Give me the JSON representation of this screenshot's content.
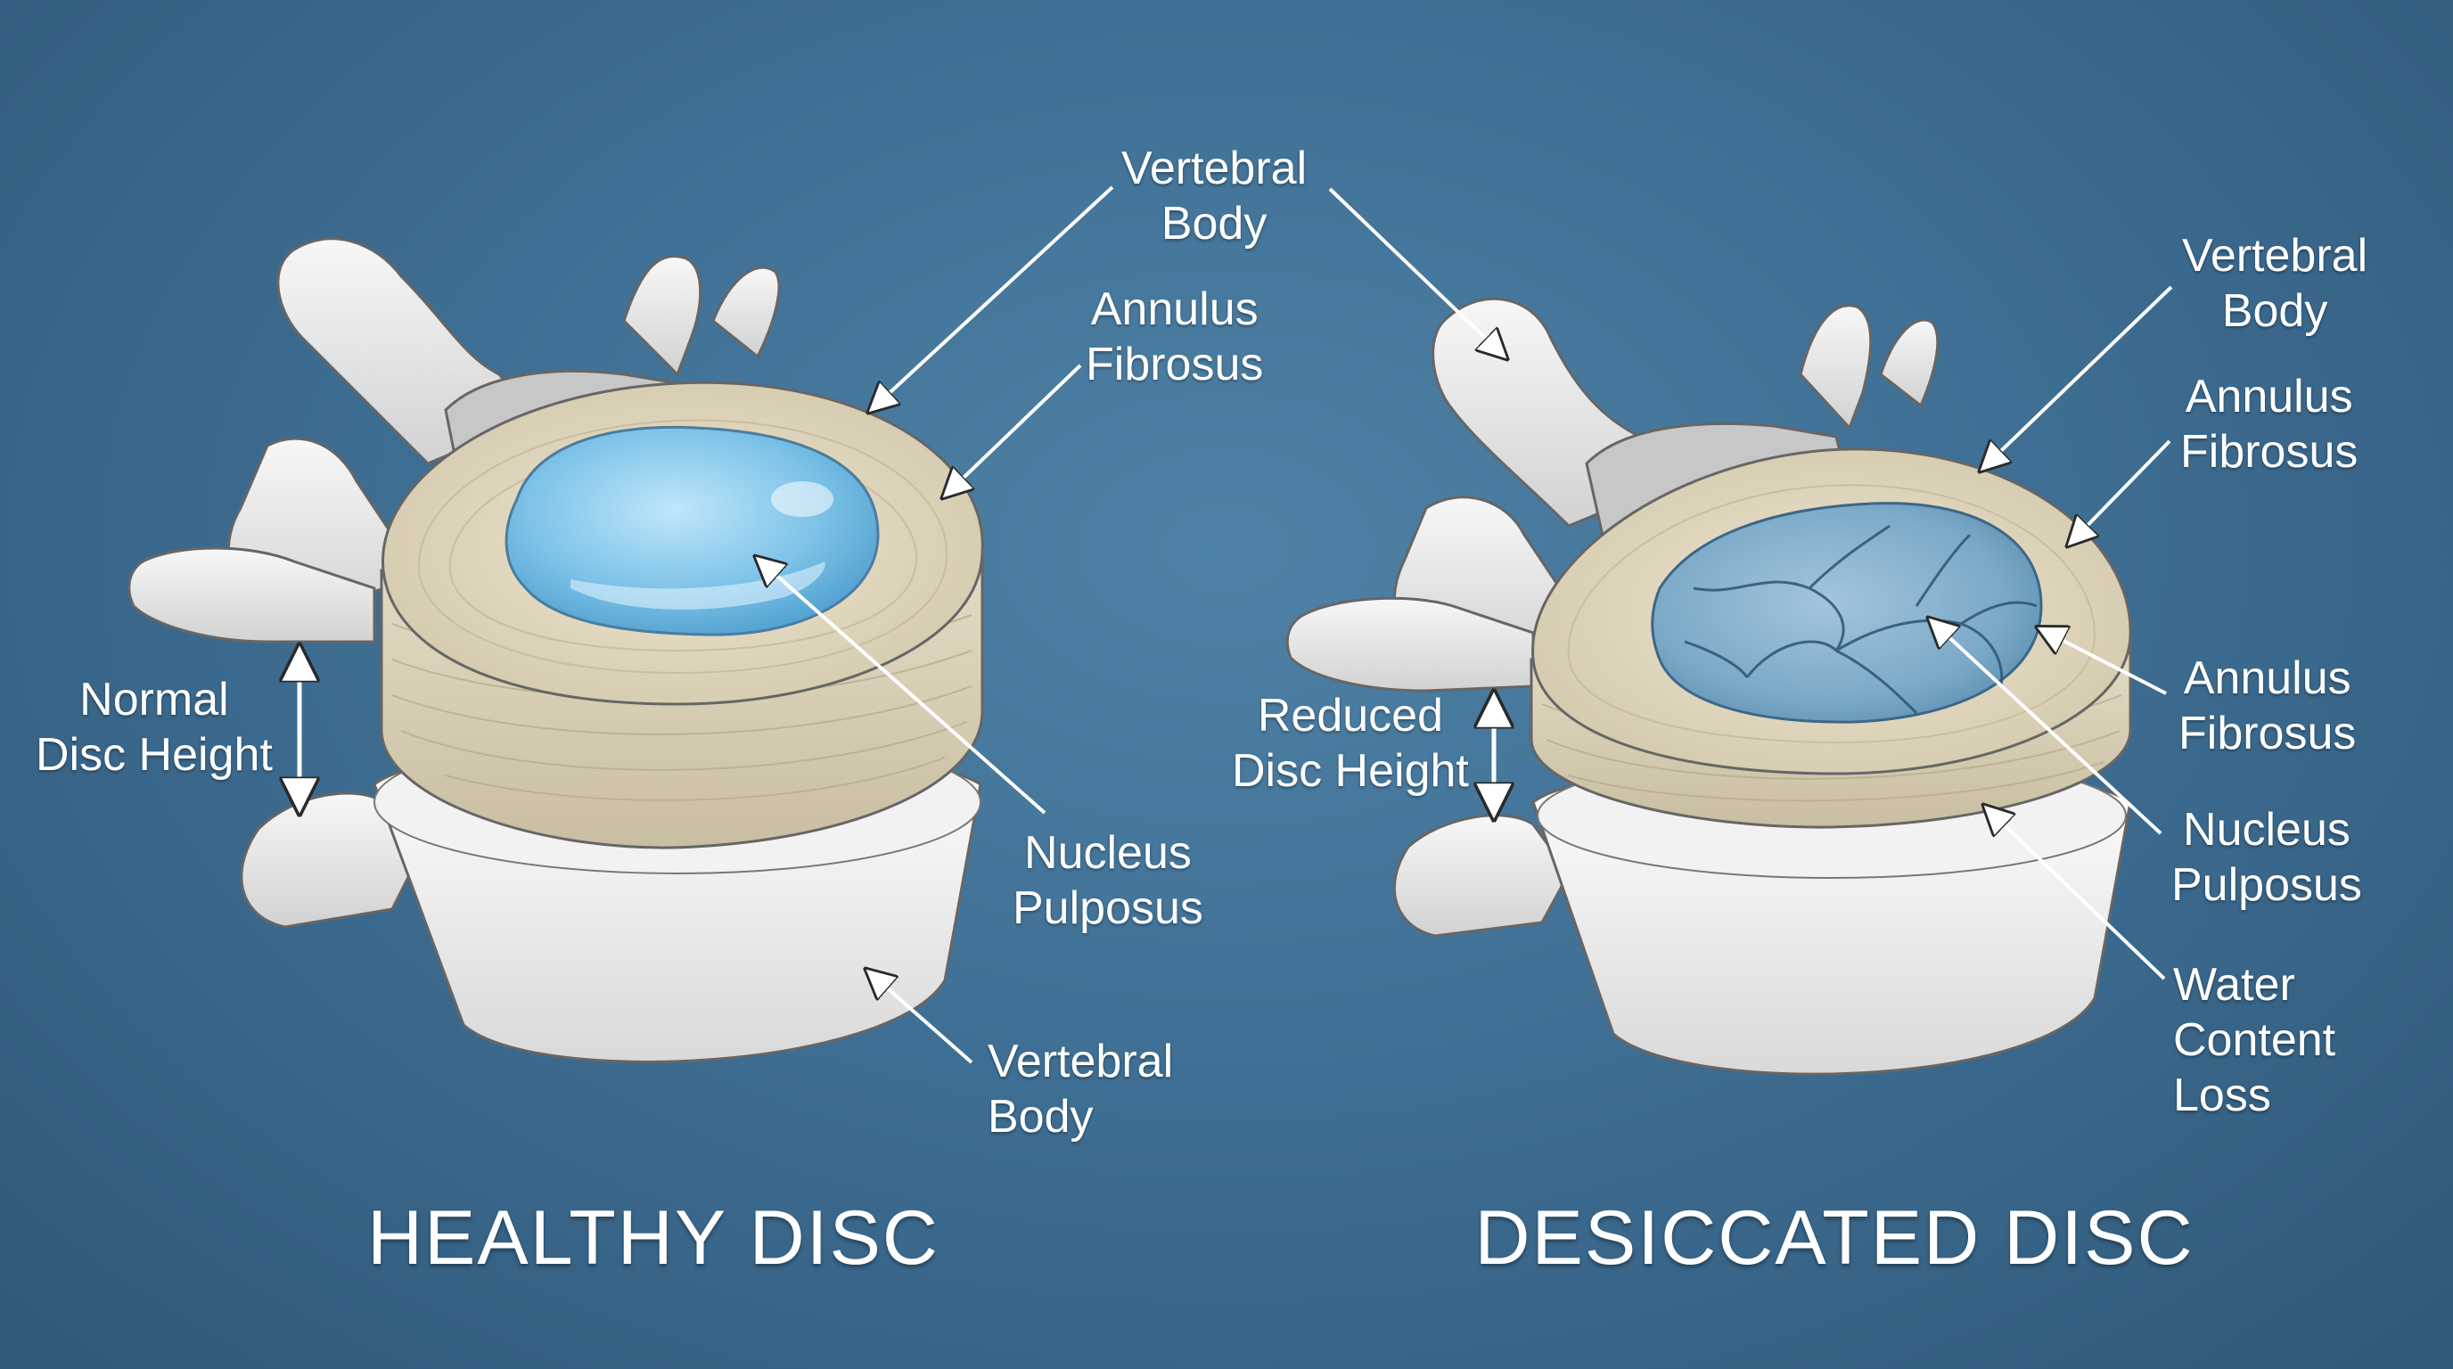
{
  "healthy": {
    "title": "HEALTHY DISC",
    "vertebral_body_top": [
      "Vertebral",
      "Body"
    ],
    "annulus_fibrosus": [
      "Annulus",
      "Fibrosus"
    ],
    "nucleus_pulposus": [
      "Nucleus",
      "Pulposus"
    ],
    "vertebral_body_bottom": [
      "Vertebral",
      "Body"
    ],
    "disc_height": [
      "Normal",
      "Disc Height"
    ]
  },
  "desiccated": {
    "title": "DESICCATED DISC",
    "vertebral_body": [
      "Vertebral",
      "Body"
    ],
    "annulus_fibrosus_top": [
      "Annulus",
      "Fibrosus"
    ],
    "annulus_fibrosus_mid": [
      "Annulus",
      "Fibrosus"
    ],
    "nucleus_pulposus": [
      "Nucleus",
      "Pulposus"
    ],
    "water_content_loss": [
      "Water",
      "Content",
      "Loss"
    ],
    "disc_height": [
      "Reduced",
      "Disc Height"
    ]
  },
  "colors": {
    "background": "#3f6f94",
    "bone": "#eeeeee",
    "annulus": "#ddd4bd",
    "nucleus_healthy": "#7ec3e8",
    "nucleus_desiccated": "#7aa9c8"
  }
}
